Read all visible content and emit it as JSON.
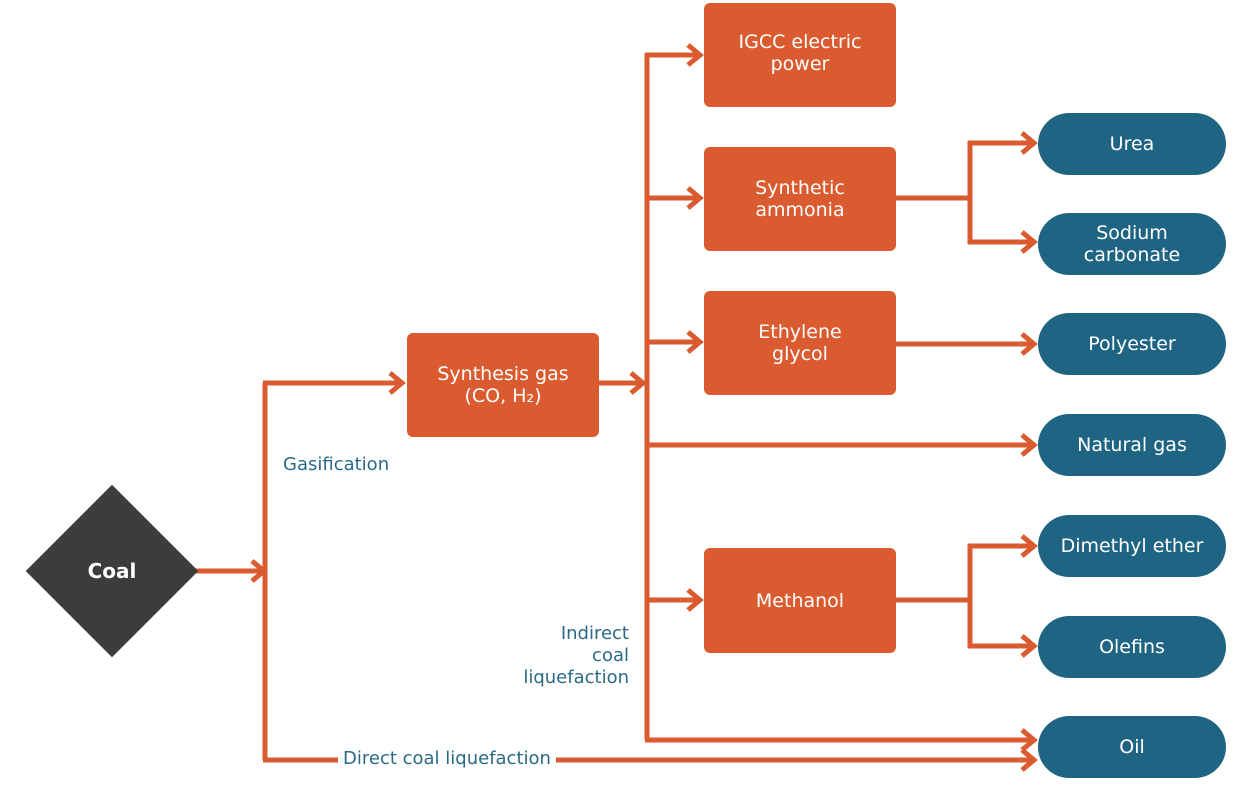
{
  "colors": {
    "process": "#d95b2f",
    "product": "#1f6483",
    "source": "#3c3c3c",
    "connector": "#d95b2f",
    "label": "#2a6a86"
  },
  "source": {
    "label": "Coal"
  },
  "routes": {
    "gasification": "Gasification",
    "indirect": [
      "Indirect",
      "coal",
      "liquefaction"
    ],
    "direct": "Direct coal liquefaction"
  },
  "processes": {
    "syngas": [
      "Synthesis gas",
      "(CO, H₂)"
    ],
    "igcc": [
      "IGCC electric",
      "power"
    ],
    "ammonia": [
      "Synthetic",
      "ammonia"
    ],
    "glycol": [
      "Ethylene",
      "glycol"
    ],
    "methanol": [
      "Methanol"
    ]
  },
  "products": {
    "urea": [
      "Urea"
    ],
    "sodium_carbonate": [
      "Sodium",
      "carbonate"
    ],
    "polyester": [
      "Polyester"
    ],
    "natural_gas": [
      "Natural gas"
    ],
    "dimethyl_ether": [
      "Dimethyl ether"
    ],
    "olefins": [
      "Olefins"
    ],
    "oil": [
      "Oil"
    ]
  }
}
